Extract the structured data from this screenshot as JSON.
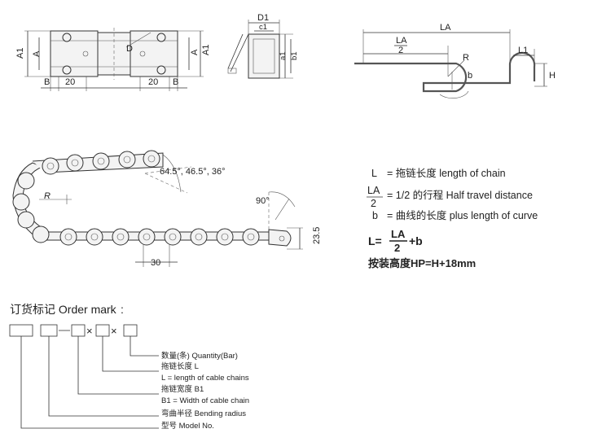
{
  "top_view": {
    "labels": {
      "a1": "A1",
      "a": "A",
      "b": "B",
      "twenty_left": "20",
      "twenty_right": "20",
      "d": "D",
      "a_right": "A",
      "a1_right": "A1"
    }
  },
  "section_view": {
    "labels": {
      "d1": "D1",
      "c1": "c1",
      "a1": "a1",
      "b1": "b1"
    }
  },
  "travel_view": {
    "labels": {
      "la": "LA",
      "la_num": "LA",
      "la_den": "2",
      "r": "R",
      "l1": "L1",
      "h": "H",
      "b": "b"
    }
  },
  "chain_view": {
    "labels": {
      "angles": "64.5°, 46.5°, 36°",
      "r": "R",
      "ninety": "90°",
      "height": "23.5",
      "pitch": "30"
    }
  },
  "legend": {
    "l_sym": "L",
    "l_text": "= 拖链长度  length of chain",
    "frac_num": "LA",
    "frac_den": "2",
    "half_text": "= 1/2 的行程  Half travel distance",
    "b_sym": "b",
    "b_text": "= 曲线的长度  plus length of curve",
    "formula_l": "L=",
    "formula_num": "LA",
    "formula_den": "2",
    "formula_plus": "+b",
    "install": "按装高度HP=H+18mm"
  },
  "order": {
    "title": "订货标记 Order mark",
    "colon": ":",
    "x1": "×",
    "x2": "×",
    "items": [
      {
        "cn": "数量(条) Quantity(Bar)"
      },
      {
        "cn": "拖链长度 L",
        "en": "L = length of cable chains"
      },
      {
        "cn": "拖链宽度 B1",
        "en": "B1 = Width of cable chain"
      },
      {
        "cn": "弯曲半径 Bending radius"
      },
      {
        "cn": "型号 Model No."
      }
    ]
  }
}
